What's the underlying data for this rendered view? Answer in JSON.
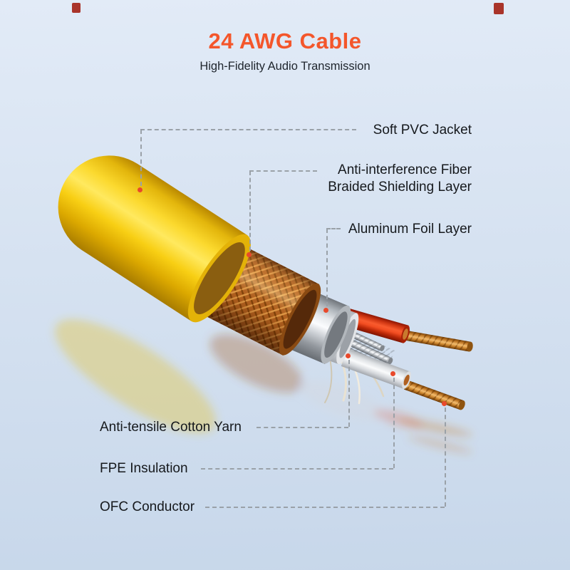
{
  "header": {
    "title": "24 AWG Cable",
    "subtitle": "High-Fidelity Audio Transmission"
  },
  "callouts": [
    {
      "id": "pvc_jacket",
      "label": "Soft PVC Jacket"
    },
    {
      "id": "braided_shielding",
      "label": "Anti-interference Fiber Braided Shielding Layer"
    },
    {
      "id": "aluminum_foil",
      "label": "Aluminum Foil Layer"
    },
    {
      "id": "cotton_yarn",
      "label": "Anti-tensile Cotton Yarn"
    },
    {
      "id": "fpe_insulation",
      "label": "FPE Insulation"
    },
    {
      "id": "ofc_conductor",
      "label": "OFC Conductor"
    }
  ],
  "colors": {
    "accent": "#F4562B",
    "dot_red": "#E8492B",
    "leader_gray": "#9AA1A8",
    "text_dark": "#16191D",
    "bg_top": "#E2EBF7",
    "bg_bottom": "#C7D7EA",
    "cable_yellow": "#F8CF14",
    "copper_braid": "#B06020"
  }
}
